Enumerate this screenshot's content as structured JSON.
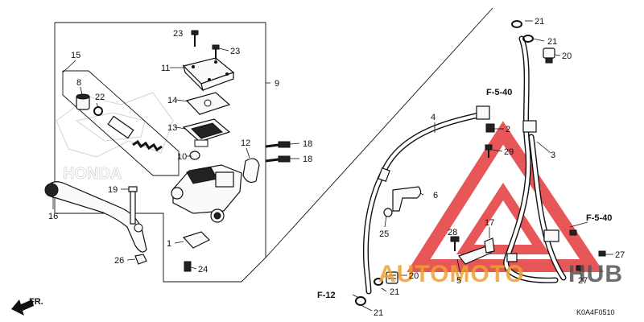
{
  "parts": {
    "p1": "1",
    "p2": "2",
    "p3": "3",
    "p4": "4",
    "p5": "5",
    "p6": "6",
    "p8": "8",
    "p9": "9",
    "p10": "10",
    "p11": "11",
    "p12": "12",
    "p13": "13",
    "p14": "14",
    "p15": "15",
    "p16": "16",
    "p17": "17",
    "p18a": "18",
    "p18b": "18",
    "p19": "19",
    "p20a": "20",
    "p20b": "20",
    "p21a": "21",
    "p21b": "21",
    "p21c": "21",
    "p21d": "21",
    "p22": "22",
    "p23a": "23",
    "p23b": "23",
    "p24": "24",
    "p25": "25",
    "p26": "26",
    "p27a": "27",
    "p27b": "27",
    "p28": "28",
    "p29": "29"
  },
  "refs": {
    "f540a": "F-5-40",
    "f540b": "F-5-40",
    "f12": "F-12"
  },
  "direction": {
    "label": "FR."
  },
  "diagram_code": "K0A4F0510",
  "watermark": {
    "word1": "AUTOMOTO",
    "word2": "HUB",
    "color1": "#f0a030",
    "color2": "#555555",
    "triangle_color": "#e02020"
  },
  "logo": {
    "text": "HONDA"
  }
}
